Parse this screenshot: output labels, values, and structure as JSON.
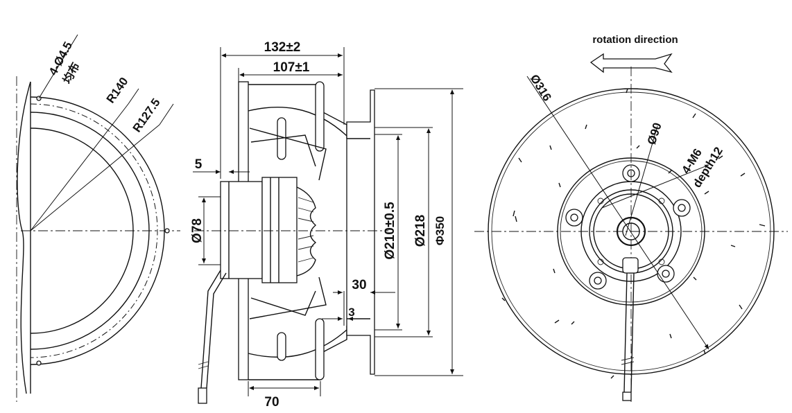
{
  "left_view": {
    "hole_label": "4-Ø4.5",
    "hole_note": "均布",
    "r1": "R140",
    "r2": "R127.5"
  },
  "side_view": {
    "overall_length": "132±2",
    "impeller_length": "107±1",
    "flange_offset": "5",
    "hub_diameter": "Ø78",
    "inlet_diameter": "Ø210±0.5",
    "outer_ring_diameter": "Ø218",
    "impeller_diameter": "Φ350",
    "inlet_depth": "30",
    "lip": "3",
    "motor_width": "70"
  },
  "front_view": {
    "rotation_label": "rotation direction",
    "bolt_circle": "Ø316",
    "shaft_circle": "Ø90",
    "thread_label": "4-M6",
    "depth_label": "depth12"
  }
}
